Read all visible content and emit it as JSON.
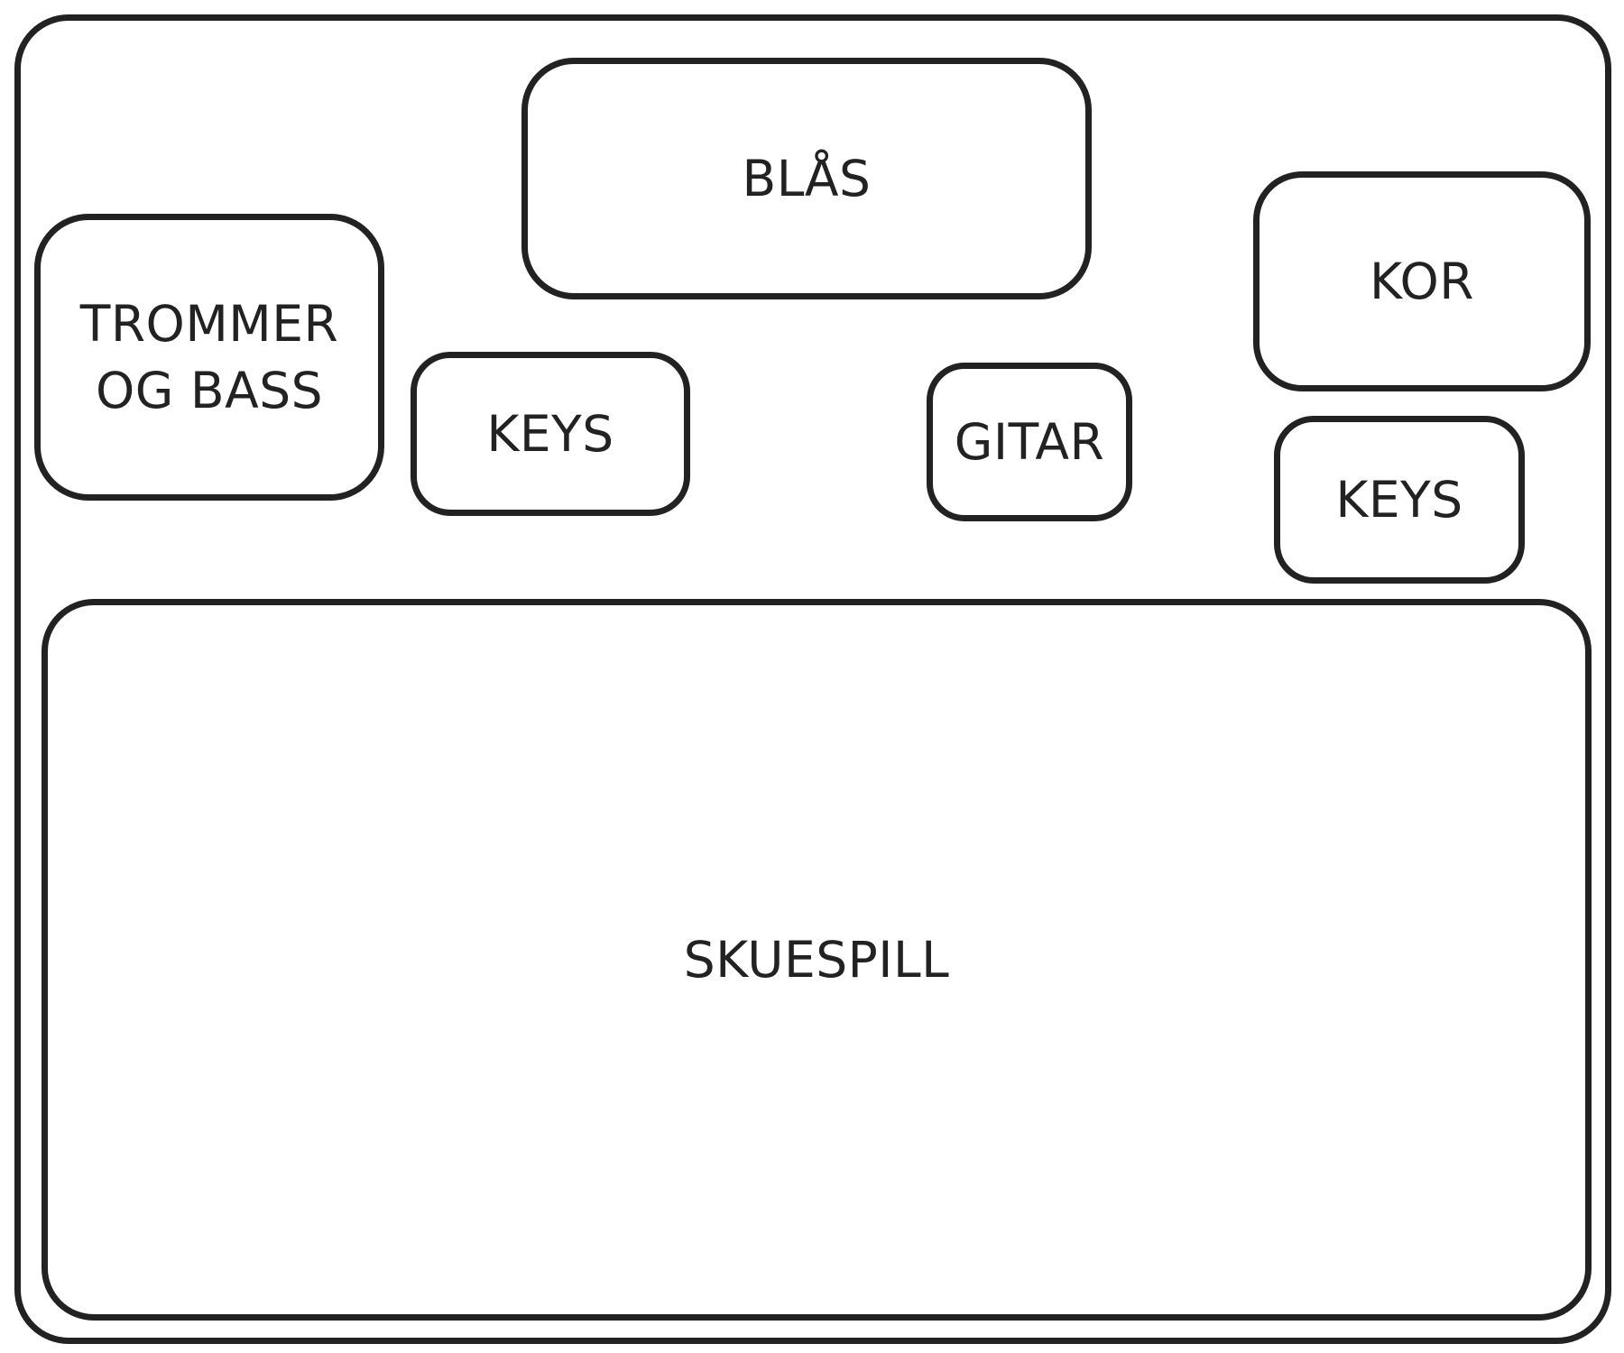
{
  "diagram": {
    "areas": {
      "blas": "BLÅS",
      "trommer_og_bass": "TROMMER\nOG BASS",
      "keys_left": "KEYS",
      "gitar": "GITAR",
      "kor": "KOR",
      "keys_right": "KEYS",
      "skuespill": "SKUESPILL"
    },
    "colors": {
      "stroke": "#222222",
      "fill": "#ffffff",
      "text": "#222222"
    }
  }
}
